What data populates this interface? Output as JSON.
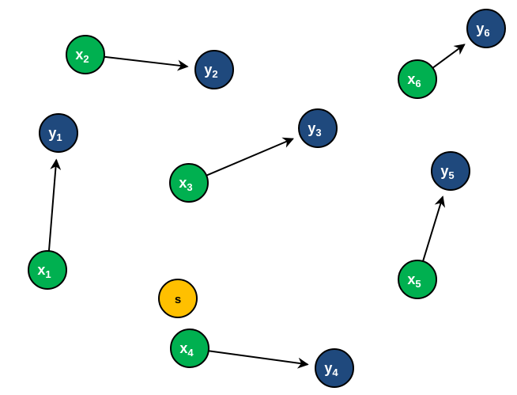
{
  "colors": {
    "source": "#00b050",
    "target": "#1f497d",
    "special": "#ffc000",
    "arrow": "#000000",
    "outline": "#000000"
  },
  "nodes": [
    {
      "id": "x1",
      "base": "x",
      "sub": "1",
      "kind": "source"
    },
    {
      "id": "y1",
      "base": "y",
      "sub": "1",
      "kind": "target"
    },
    {
      "id": "x2",
      "base": "x",
      "sub": "2",
      "kind": "source"
    },
    {
      "id": "y2",
      "base": "y",
      "sub": "2",
      "kind": "target"
    },
    {
      "id": "x3",
      "base": "x",
      "sub": "3",
      "kind": "source"
    },
    {
      "id": "y3",
      "base": "y",
      "sub": "3",
      "kind": "target"
    },
    {
      "id": "x4",
      "base": "x",
      "sub": "4",
      "kind": "source"
    },
    {
      "id": "y4",
      "base": "y",
      "sub": "4",
      "kind": "target"
    },
    {
      "id": "x5",
      "base": "x",
      "sub": "5",
      "kind": "source"
    },
    {
      "id": "y5",
      "base": "y",
      "sub": "5",
      "kind": "target"
    },
    {
      "id": "x6",
      "base": "x",
      "sub": "6",
      "kind": "source"
    },
    {
      "id": "y6",
      "base": "y",
      "sub": "6",
      "kind": "target"
    },
    {
      "id": "s",
      "base": "s",
      "sub": "",
      "kind": "special"
    }
  ],
  "edges": [
    {
      "from": "x1",
      "to": "y1"
    },
    {
      "from": "x2",
      "to": "y2"
    },
    {
      "from": "x3",
      "to": "y3"
    },
    {
      "from": "x4",
      "to": "y4"
    },
    {
      "from": "x5",
      "to": "y5"
    },
    {
      "from": "x6",
      "to": "y6"
    }
  ]
}
